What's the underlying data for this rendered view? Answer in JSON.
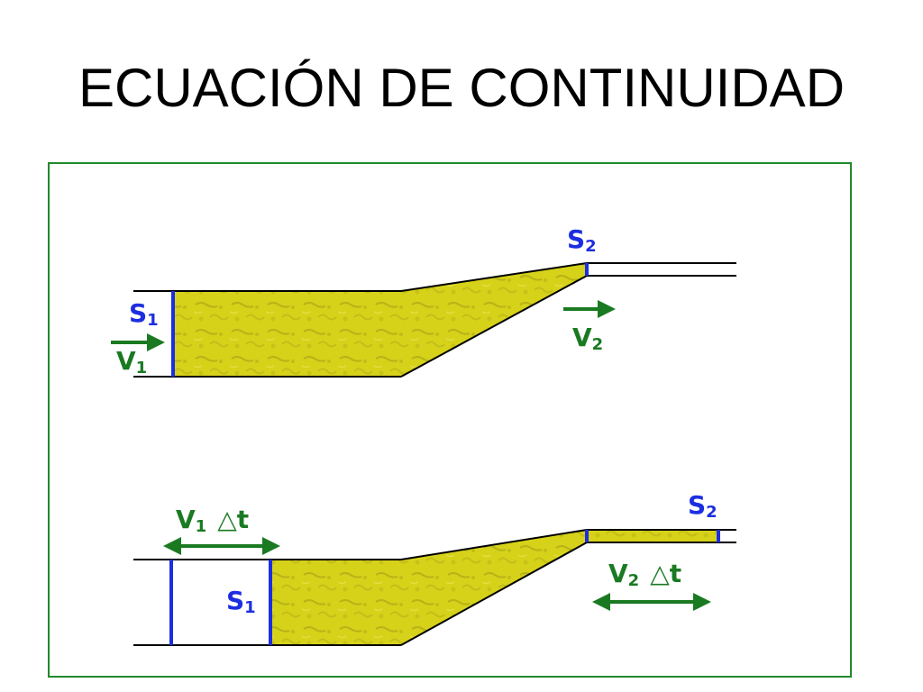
{
  "title": "ECUACIÓN DE CONTINUIDAD",
  "colors": {
    "section_line": "#1c2ee0",
    "velocity": "#1a7a22",
    "fluid": "#d6d21a",
    "fluid_dark": "#a9a514",
    "pipe_wall": "#000000",
    "frame": "#1f8a2a"
  },
  "top_diagram": {
    "s1": {
      "main": "S",
      "sub": "1"
    },
    "s2": {
      "main": "S",
      "sub": "2"
    },
    "v1": {
      "main": "V",
      "sub": "1"
    },
    "v2": {
      "main": "V",
      "sub": "2"
    }
  },
  "bottom_diagram": {
    "s1": {
      "main": "S",
      "sub": "1"
    },
    "s2": {
      "main": "S",
      "sub": "2"
    },
    "v1_dt": {
      "main": "V",
      "sub": "1",
      "delta": "△t"
    },
    "v2_dt": {
      "main": "V",
      "sub": "2",
      "delta": "△t"
    }
  }
}
